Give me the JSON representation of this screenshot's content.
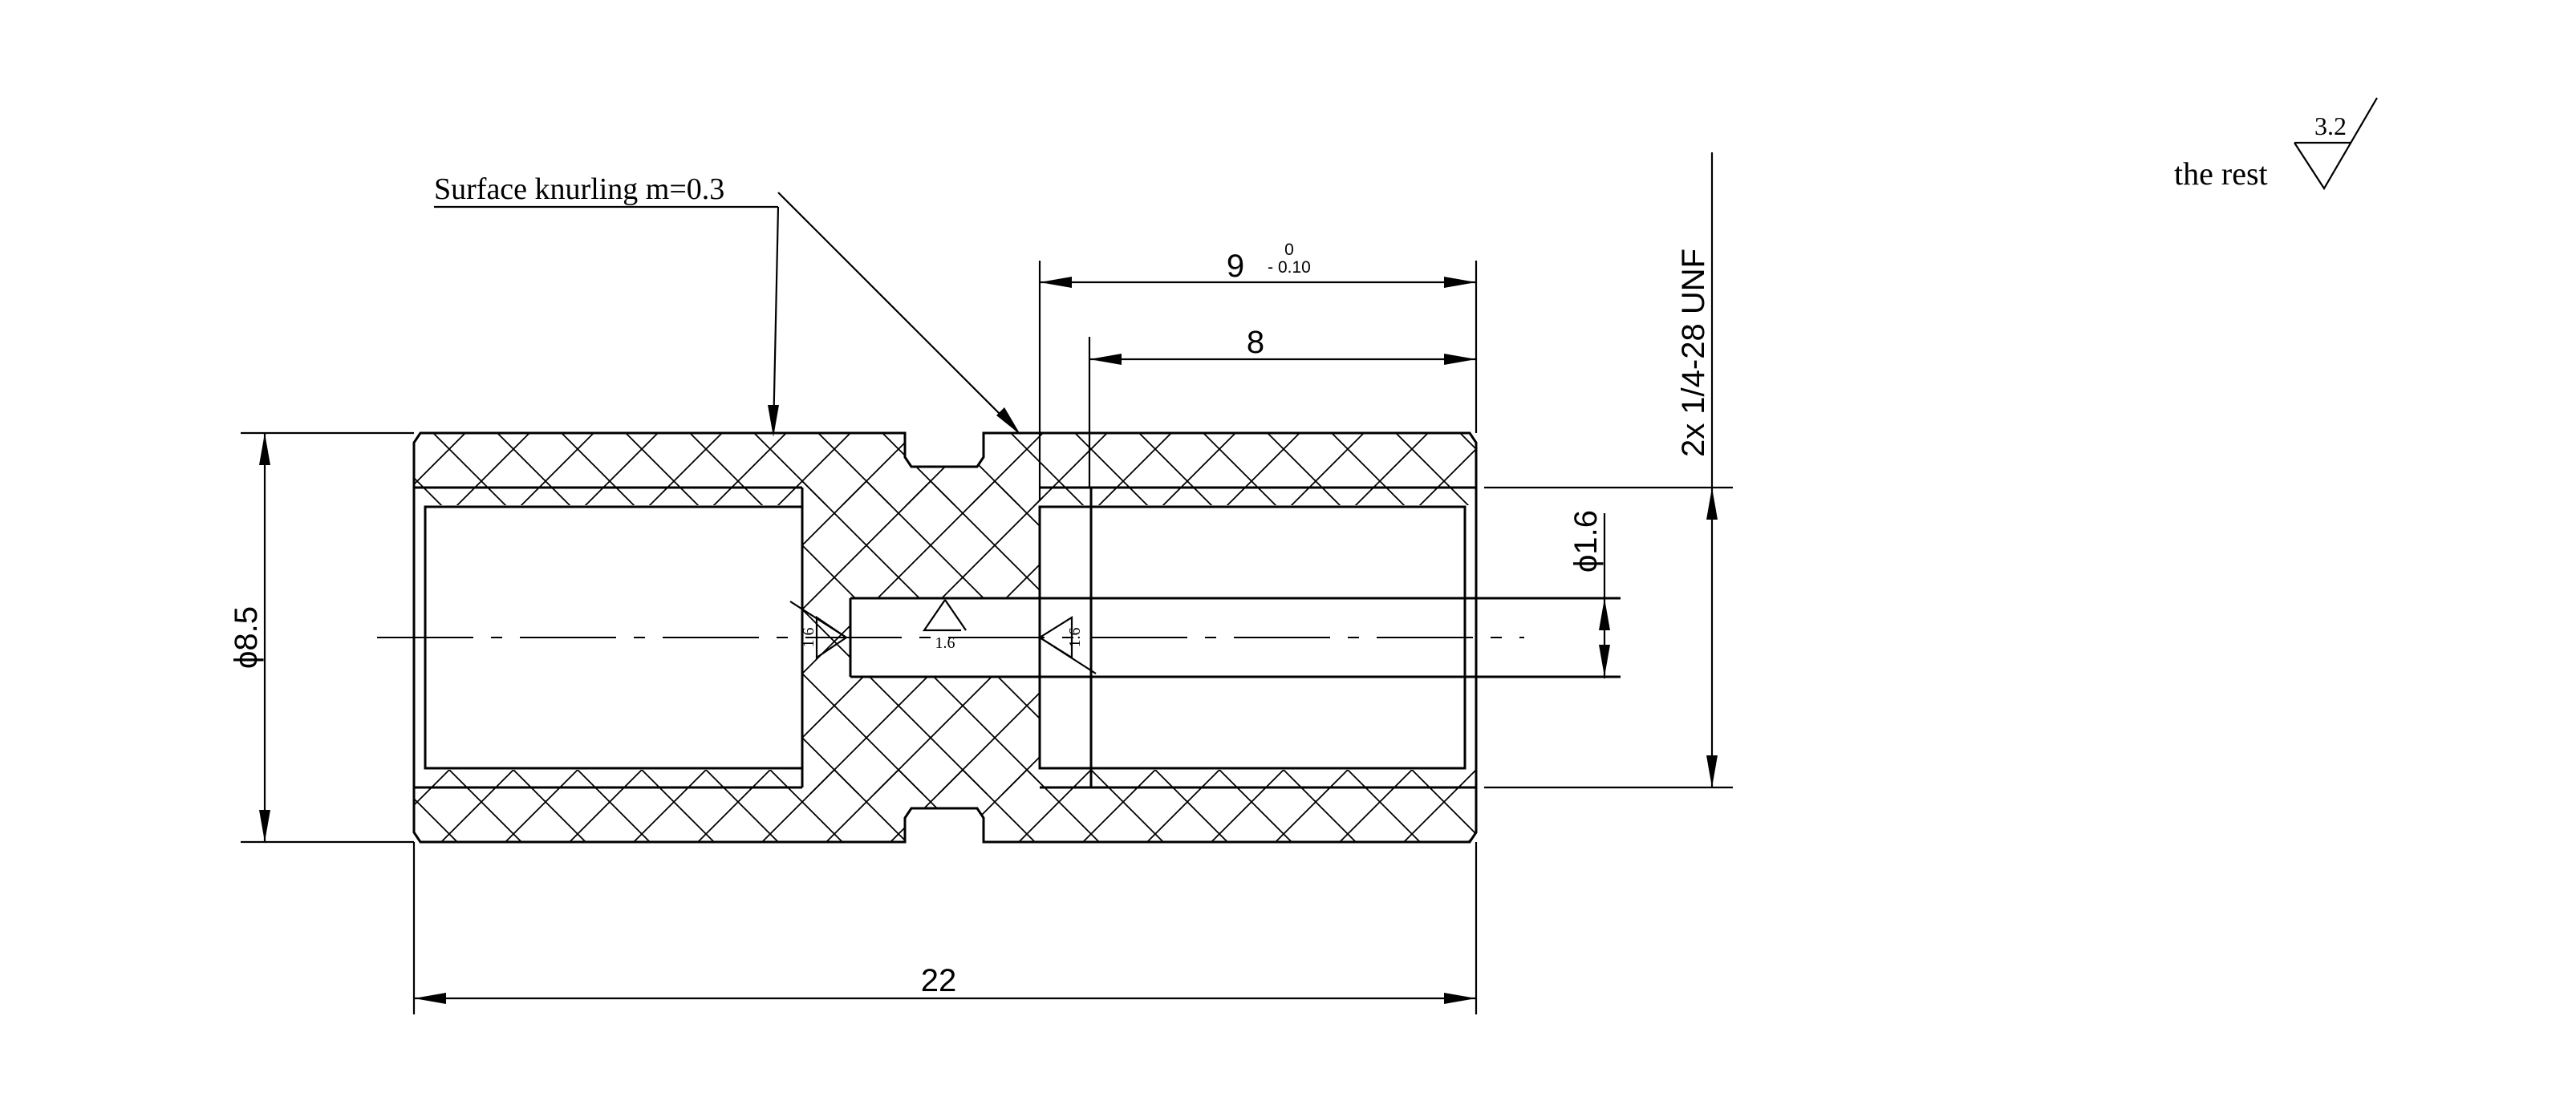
{
  "drawing": {
    "knurl_note": "Surface knurling m=0.3",
    "rest_label": "the rest",
    "rest_roughness": "3.2",
    "dim_total_length": "22",
    "dim_outer_diameter": "ϕ8.5",
    "dim_hole_diameter": "ϕ1.6",
    "dim_thread_length_main": "9",
    "dim_thread_length_tol_upper": "0",
    "dim_thread_length_tol_lower": "- 0.10",
    "dim_thread_depth": "8",
    "thread_spec": "2x 1/4-28 UNF",
    "roughness_left": "1.6",
    "roughness_middle": "1.6",
    "roughness_right": "1.6"
  }
}
